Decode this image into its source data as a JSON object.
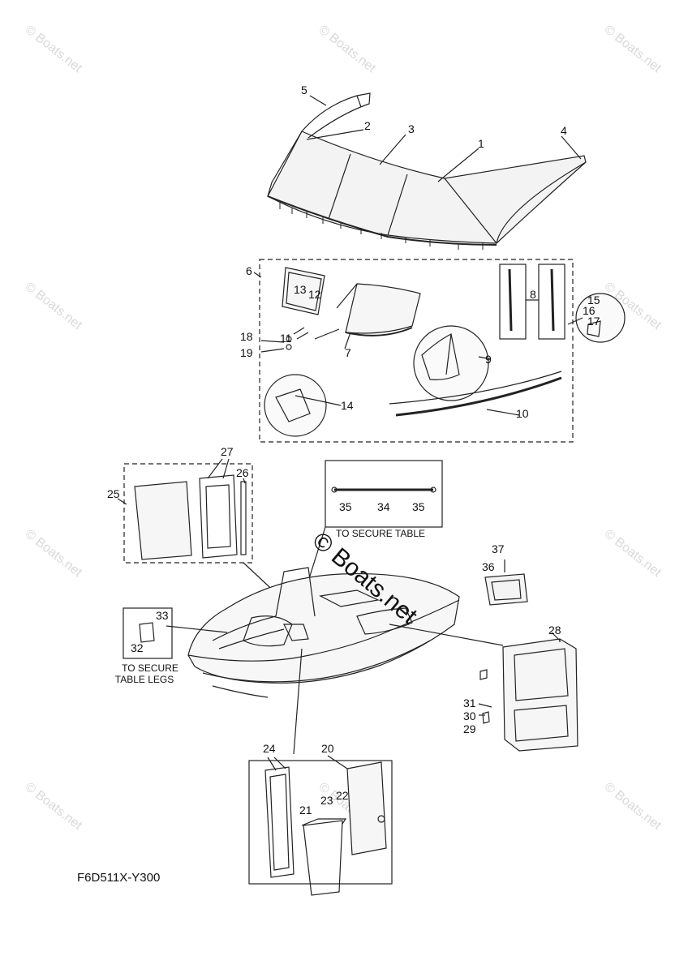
{
  "diagram": {
    "figure_code": "F6D511X-Y300",
    "watermark": "© Boats.net",
    "notes": {
      "secure_table": "TO SECURE TABLE",
      "secure_table_legs_1": "TO SECURE",
      "secure_table_legs_2": "TABLE LEGS"
    },
    "callouts": [
      "1",
      "2",
      "3",
      "4",
      "5",
      "6",
      "7",
      "8",
      "9",
      "10",
      "11",
      "12",
      "13",
      "14",
      "15",
      "16",
      "17",
      "18",
      "19",
      "20",
      "21",
      "22",
      "23",
      "24",
      "25",
      "26",
      "27",
      "28",
      "29",
      "30",
      "31",
      "32",
      "33",
      "34",
      "35",
      "35",
      "36",
      "37"
    ]
  }
}
